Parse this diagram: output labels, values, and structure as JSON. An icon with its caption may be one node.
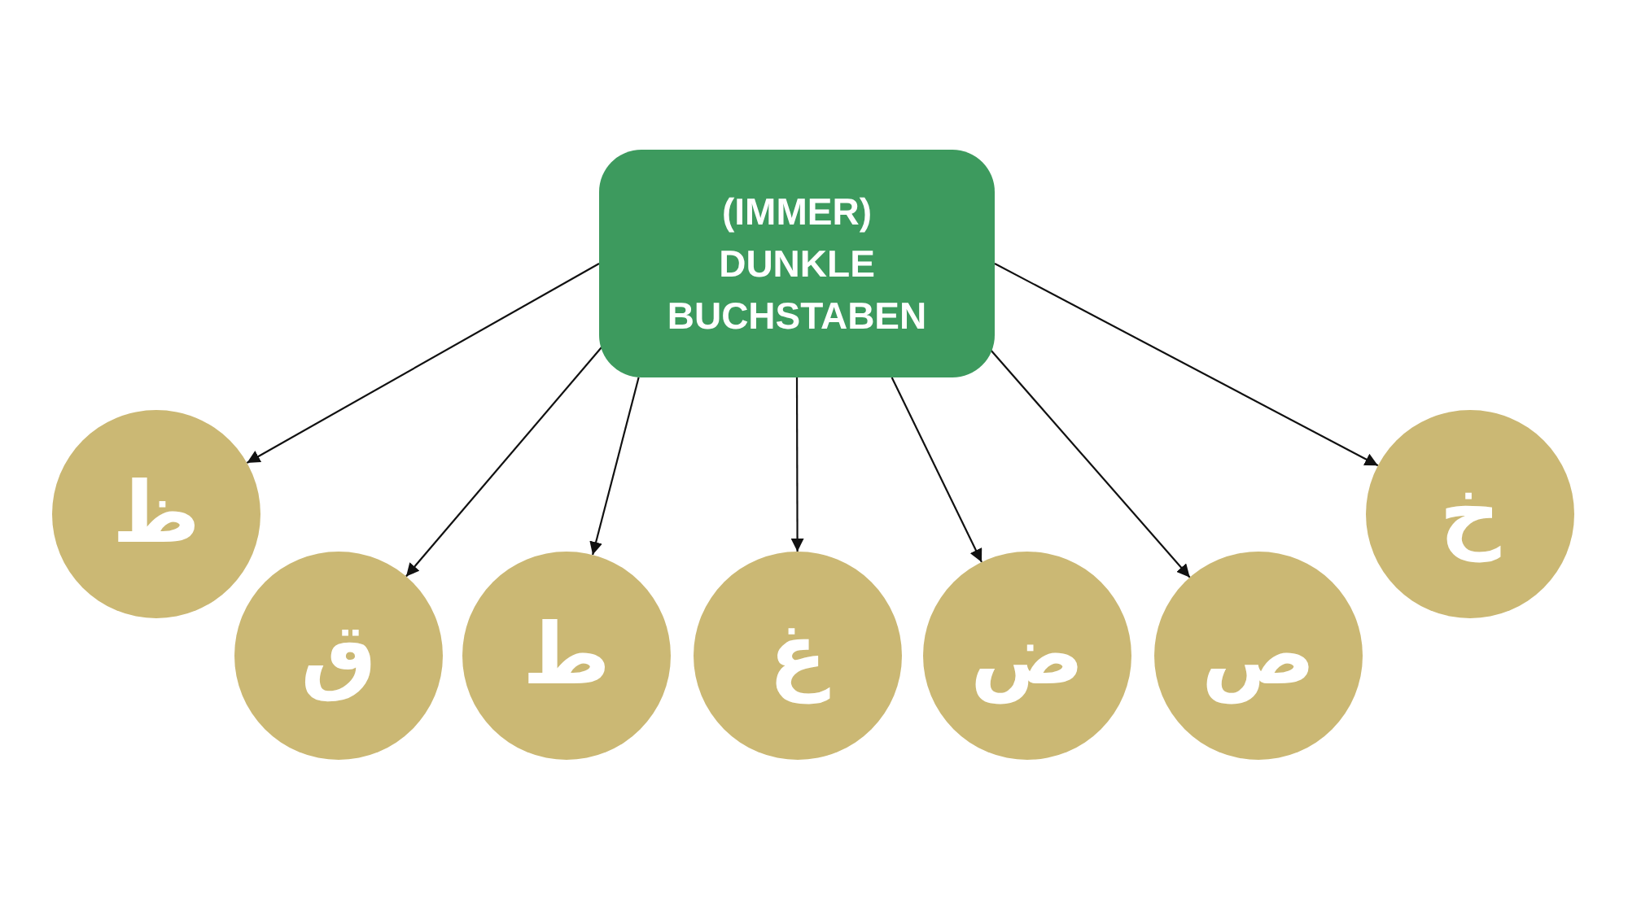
{
  "diagram": {
    "nodes": [
      {
        "text": [
          "(IMMER) DUNKLE BUCHSTABEN"
        ]
      },
      {
        "text": [
          "ظ"
        ]
      },
      {
        "text": [
          "ق"
        ]
      },
      {
        "text": [
          "ط"
        ]
      },
      {
        "text": [
          "غ"
        ]
      },
      {
        "text": [
          "ض"
        ]
      },
      {
        "text": [
          "ص"
        ]
      },
      {
        "text": [
          "خ"
        ]
      }
    ],
    "edges": [
      {
        "from": 0,
        "to": 1,
        "arrow": "to"
      },
      {
        "from": 0,
        "to": 2,
        "arrow": "to"
      },
      {
        "from": 0,
        "to": 3,
        "arrow": "to"
      },
      {
        "from": 0,
        "to": 4,
        "arrow": "to"
      },
      {
        "from": 0,
        "to": 5,
        "arrow": "to"
      },
      {
        "from": 0,
        "to": 6,
        "arrow": "to"
      },
      {
        "from": 0,
        "to": 7,
        "arrow": "to"
      }
    ]
  }
}
